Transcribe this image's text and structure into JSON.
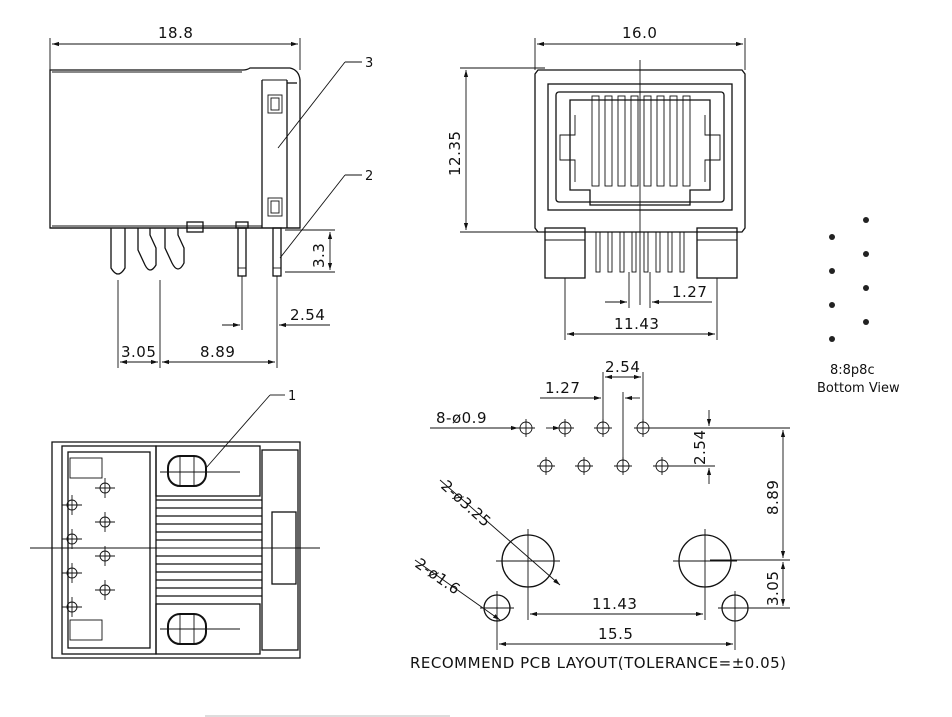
{
  "side_view": {
    "width_dim": "18.8",
    "pin_len_dim": "3.3",
    "pitch_dim": "2.54",
    "offset_dim": "3.05",
    "span_dim": "8.89",
    "callout_3": "3",
    "callout_2": "2"
  },
  "front_view": {
    "width_dim": "16.0",
    "height_dim": "12.35",
    "pitch_dim": "1.27",
    "span_dim": "11.43"
  },
  "top_view": {
    "callout_1": "1"
  },
  "pin_view": {
    "title_line1": "8:8p8c",
    "title_line2": "Bottom  View"
  },
  "pcb_layout": {
    "dim_2_54_top": "2.54",
    "dim_1_27": "1.27",
    "hole_small": "8-ø0.9",
    "dim_2_54_side": "2.54",
    "dim_8_89": "8.89",
    "hole_large": "2-ø3.25",
    "hole_mid": "2-ø1.6",
    "dim_11_43": "11.43",
    "dim_3_05": "3.05",
    "dim_15_5": "15.5",
    "caption": "RECOMMEND  PCB  LAYOUT(TOLERANCE=±0.05)"
  }
}
